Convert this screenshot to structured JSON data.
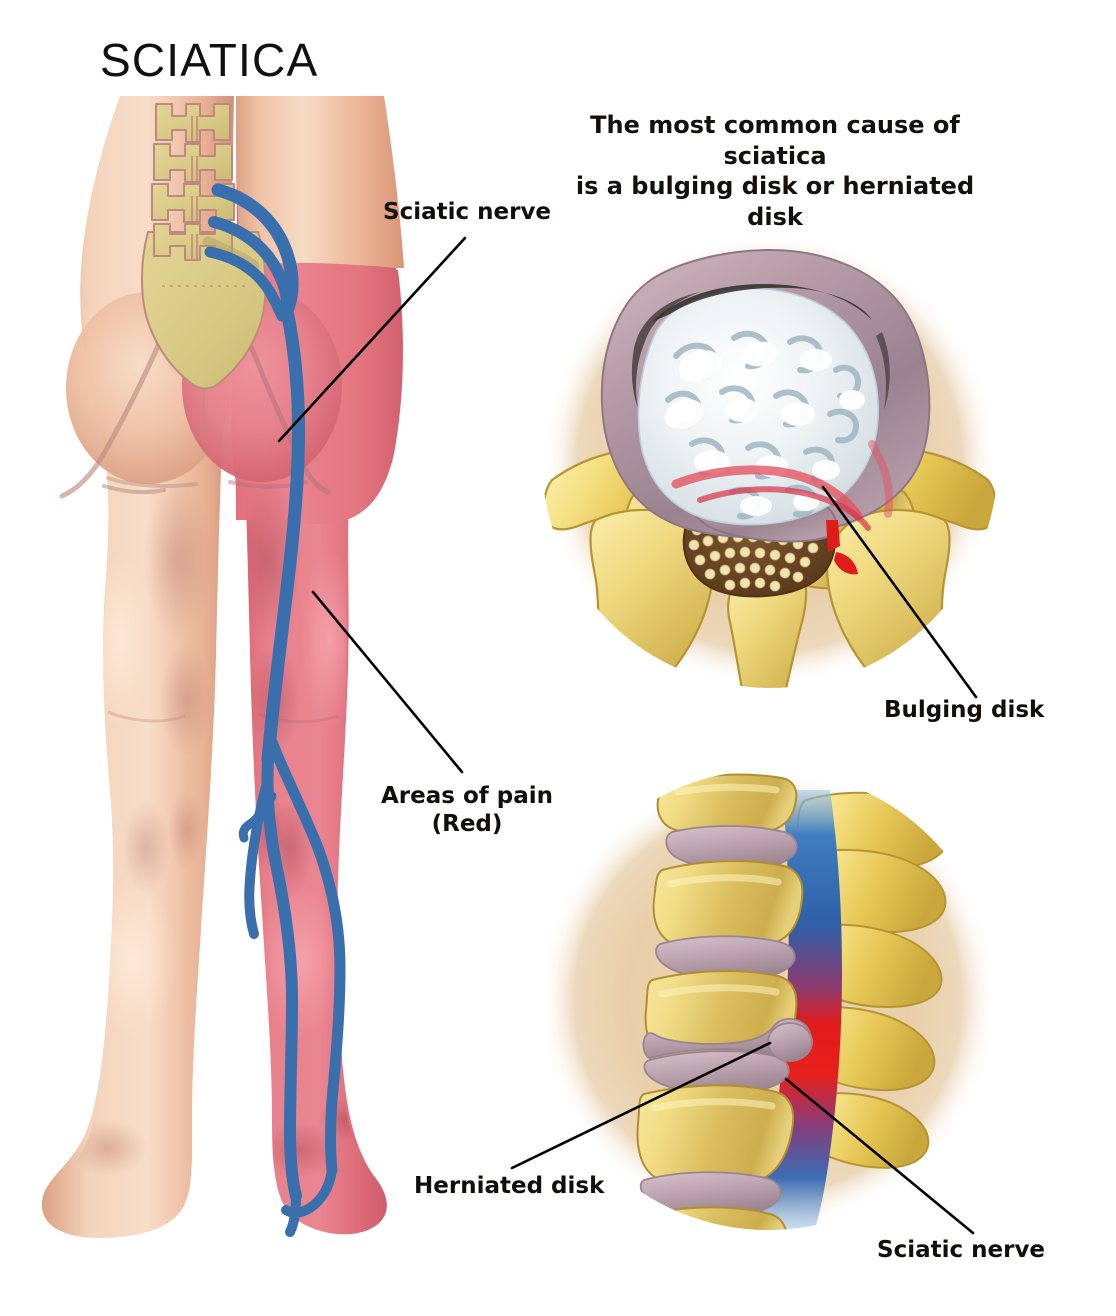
{
  "title": "SCIATICA",
  "caption": {
    "line1": "The most common cause of sciatica",
    "line2": "is a bulging disk or herniated disk"
  },
  "labels": {
    "sciatic_nerve_leg": "Sciatic nerve",
    "areas_of_pain_line1": "Areas of pain",
    "areas_of_pain_line2": "(Red)",
    "bulging_disk": "Bulging disk",
    "herniated_disk": "Herniated disk",
    "sciatic_nerve_spine": "Sciatic nerve"
  },
  "colors": {
    "background": "#ffffff",
    "text": "#120e0c",
    "skin_light": "#f3cdb4",
    "skin_mid": "#e8ab8e",
    "skin_shadow": "#cf8f74",
    "pain_red": "#e4737f",
    "pain_red_dark": "#cf5f6e",
    "nerve_blue": "#3a6fae",
    "bone_yellow": "#ddd08a",
    "bone_outline": "#b4726b",
    "inset_tan": "#e9cfa9",
    "vertebra_gold": "#f0d76a",
    "vertebra_gold_dark": "#c9a53c",
    "disc_mauve": "#c4aab5",
    "disc_mauve_dark": "#a08792",
    "nucleus_white": "#eef2f4",
    "canal_brown": "#6b4a2a",
    "compression_red": "#e01b1b",
    "cord_blue": "#2f5fa8"
  },
  "figures": {
    "body": {
      "name": "posterior-view-lower-body",
      "description": "Posterior view of lower body showing lumbar spine, sacrum, gluteal region and both legs down to feet. Right side shaded red to mark areas of pain with blue sciatic nerve tracing down the limb."
    },
    "inset_top": {
      "name": "axial-vertebra-bulging-disk",
      "description": "Axial cross-section of a lumbar vertebra with an intervertebral disk bulging posteriorly into the spinal canal, compressing the nerve root."
    },
    "inset_bottom": {
      "name": "lateral-spine-herniated-disk",
      "description": "Lateral view of stacked lumbar vertebrae with a herniated disk pressing on the spinal cord and sciatic nerve root, shown in red."
    }
  }
}
